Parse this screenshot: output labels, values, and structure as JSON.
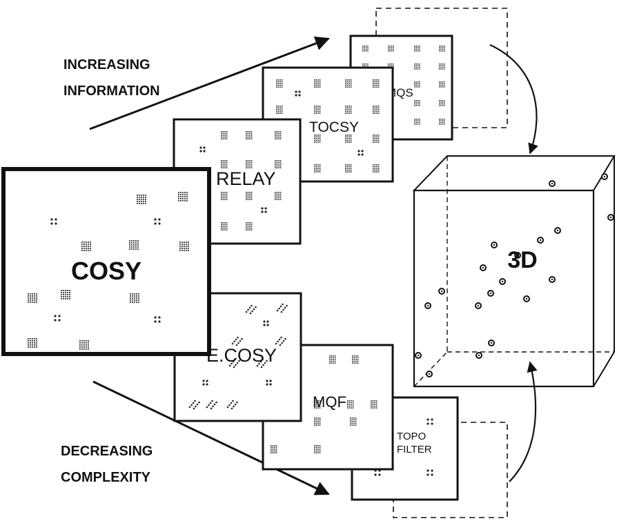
{
  "captions": {
    "increasing_line1": "INCREASING",
    "increasing_line2": "INFORMATION",
    "decreasing_line1": "DECREASING",
    "decreasing_line2": "COMPLEXITY"
  },
  "panels": {
    "cosy": "COSY",
    "relay": "RELAY",
    "tocsy": "TOCSY",
    "mqs": "MQS",
    "ecosy": "E.COSY",
    "mqf": "MQF",
    "topo_line1": "TOPO",
    "topo_line2": "FILTER"
  },
  "cube_label": "3D",
  "colors": {
    "ink": "#111111",
    "background": "#ffffff"
  }
}
